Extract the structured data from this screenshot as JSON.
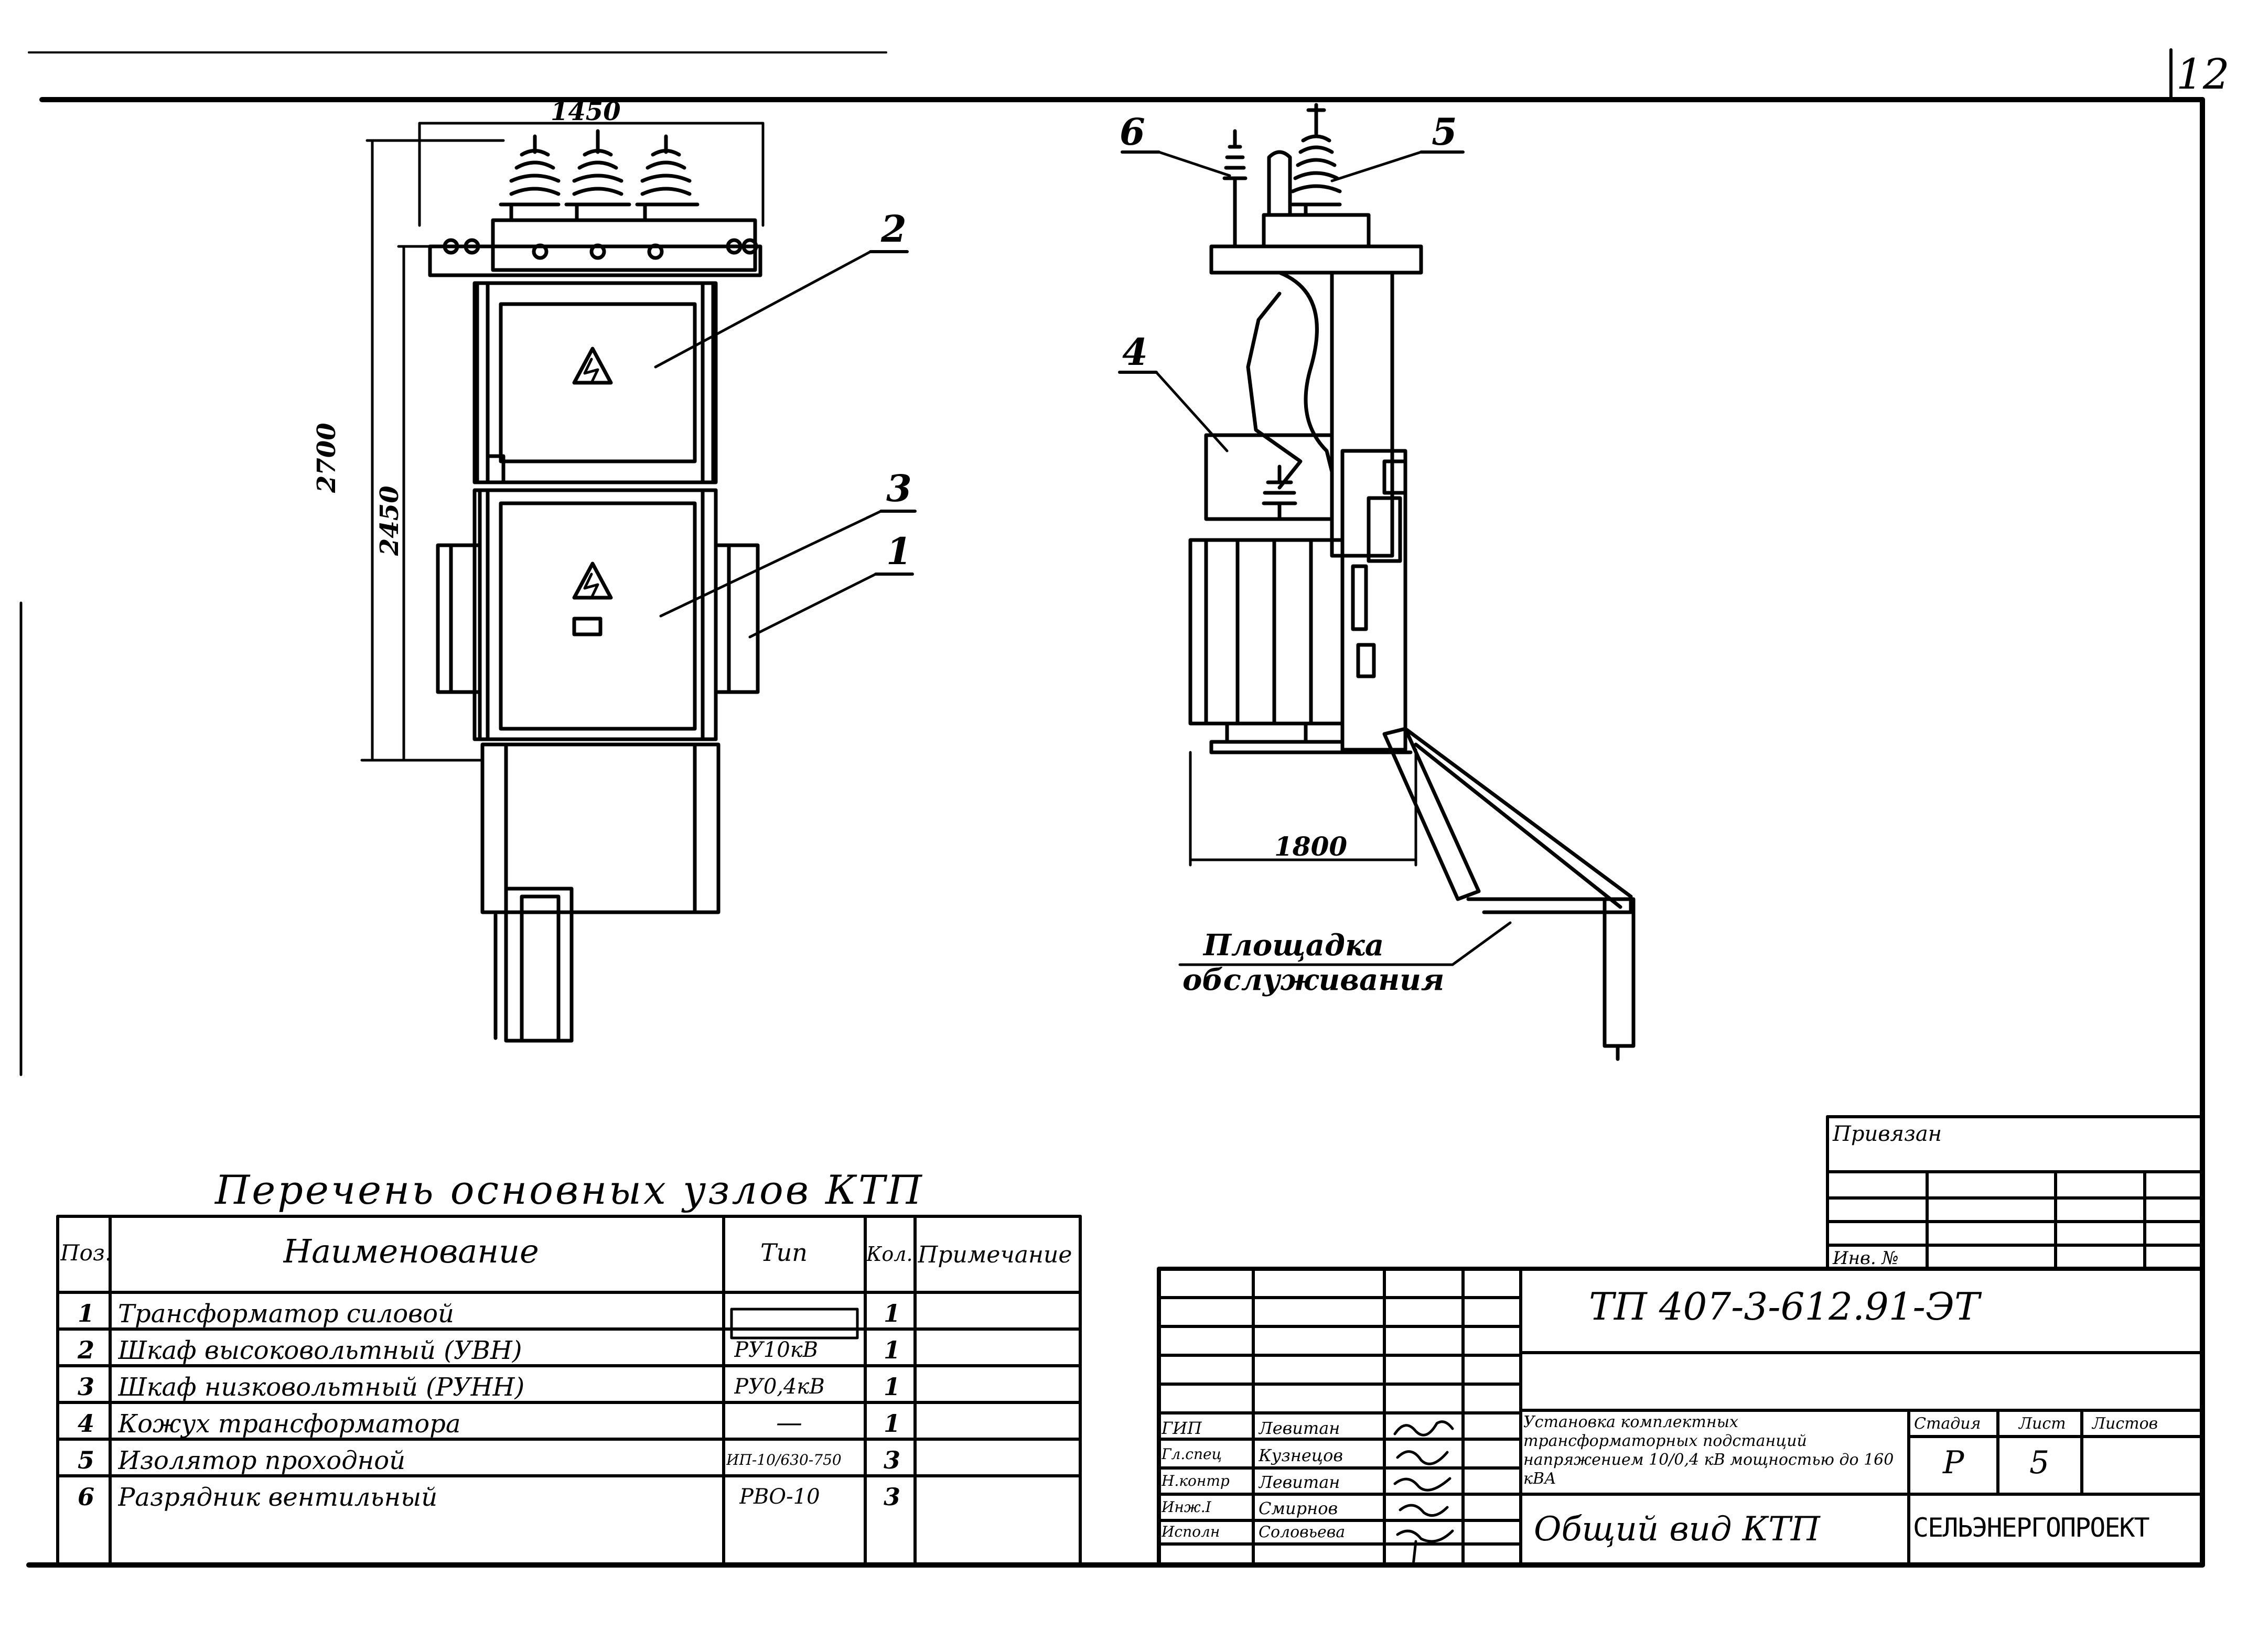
{
  "sheet": {
    "page_number": "12"
  },
  "front_view": {
    "dim_width": "1450",
    "dim_height_total": "2700",
    "dim_height_body": "2450",
    "callouts": [
      "2",
      "3",
      "1"
    ]
  },
  "side_view": {
    "dim_depth": "1800",
    "callouts": [
      "6",
      "5",
      "4"
    ],
    "platform_label_line1": "Площадка",
    "platform_label_line2": "обслуживания"
  },
  "parts_table": {
    "title": "Перечень основных узлов КТП",
    "headers": {
      "pos": "Поз.",
      "name": "Наименование",
      "type": "Тип",
      "qty": "Кол.",
      "note": "Примечание"
    },
    "rows": [
      {
        "pos": "1",
        "name": "Трансформатор силовой",
        "type": "",
        "qty": "1",
        "note": ""
      },
      {
        "pos": "2",
        "name": "Шкаф высоковольтный (УВН)",
        "type": "РУ10кВ",
        "qty": "1",
        "note": ""
      },
      {
        "pos": "3",
        "name": "Шкаф низковольтный (РУНН)",
        "type": "РУ0,4кВ",
        "qty": "1",
        "note": ""
      },
      {
        "pos": "4",
        "name": "Кожух трансформатора",
        "type": "—",
        "qty": "1",
        "note": ""
      },
      {
        "pos": "5",
        "name": "Изолятор проходной",
        "type": "ИП-10/630-750",
        "qty": "3",
        "note": ""
      },
      {
        "pos": "6",
        "name": "Разрядник вентильный",
        "type": "РВО-10",
        "qty": "3",
        "note": ""
      }
    ]
  },
  "privyazka": {
    "title": "Привязан",
    "inv_label": "Инв. №"
  },
  "title_block": {
    "code": "ТП 407-3-612.91-ЭТ",
    "project_description": "Установка комплектных трансформаторных подстанций напряжением 10/0,4 кВ мощностью до 160 кВА",
    "sheet_title": "Общий вид КТП",
    "organization": "СЕЛЬЭНЕРГОПРОЕКТ",
    "stage_header": "Стадия",
    "sheet_header": "Лист",
    "sheets_header": "Листов",
    "stage": "Р",
    "sheet": "5",
    "sheets": "",
    "signatures": [
      {
        "role": "ГИП",
        "name": "Левитан"
      },
      {
        "role": "Гл.спец",
        "name": "Кузнецов"
      },
      {
        "role": "Н.контр",
        "name": "Левитан"
      },
      {
        "role": "Инж.I",
        "name": "Смирнов"
      },
      {
        "role": "Исполн",
        "name": "Соловьева"
      }
    ]
  }
}
